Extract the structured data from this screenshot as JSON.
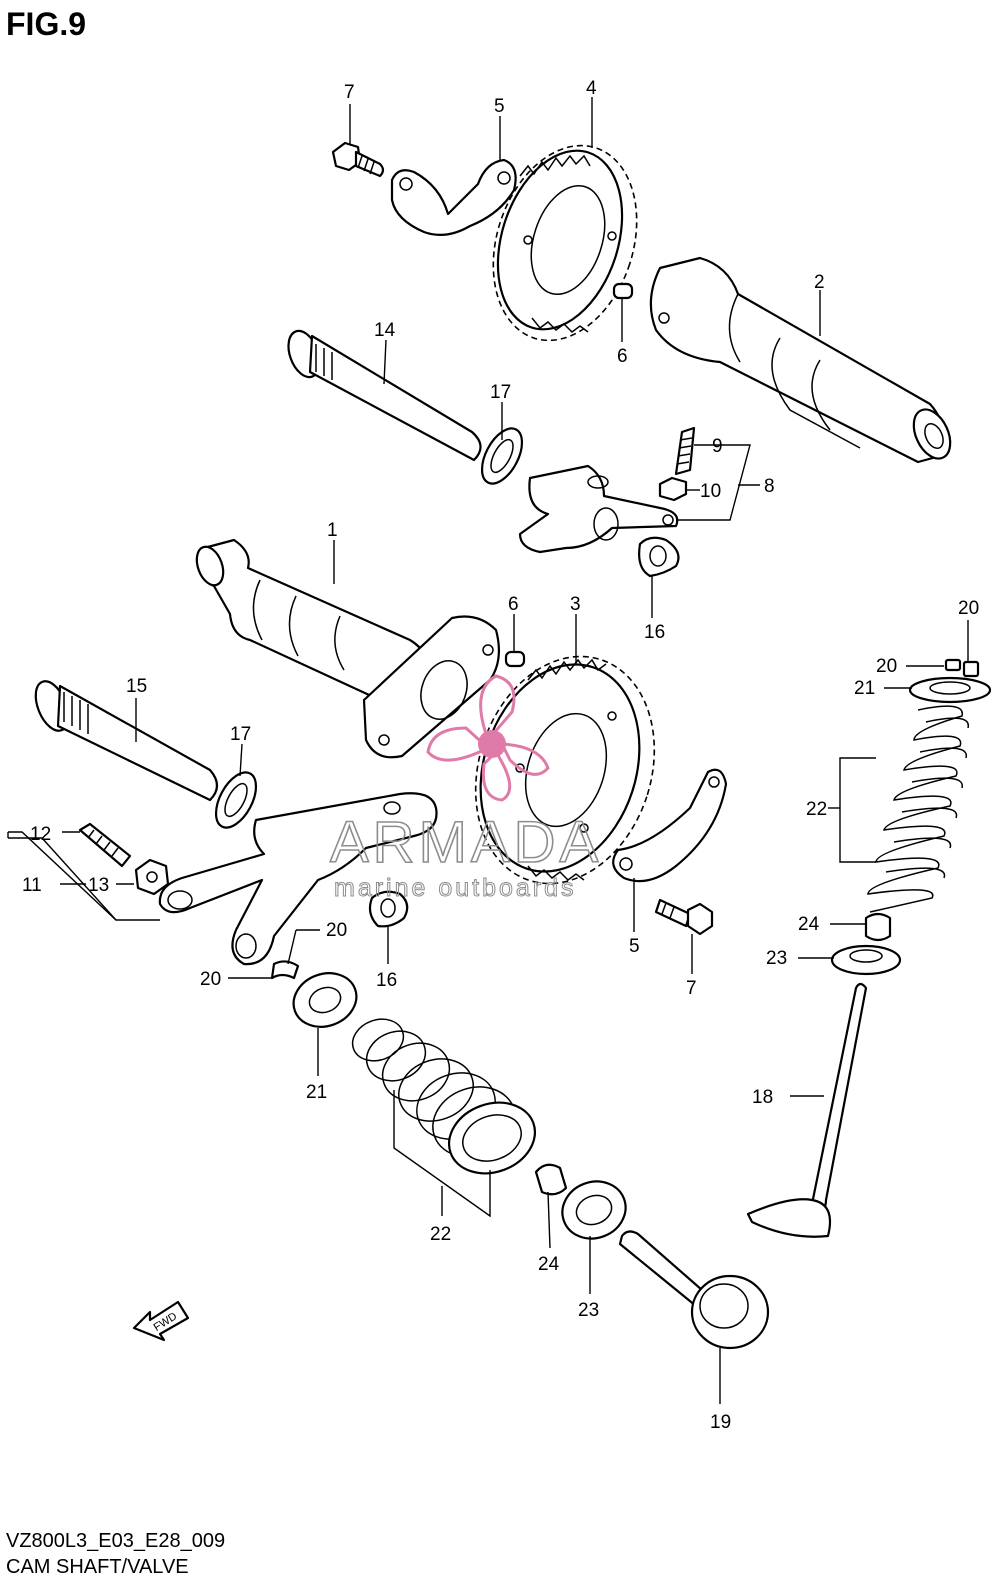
{
  "figure": {
    "title": "FIG.9",
    "model_code": "VZ800L3_E03_E28_009",
    "section_name": "CAM SHAFT/VALVE",
    "fwd_label": "FWD"
  },
  "watermark": {
    "brand": "ARMADA",
    "tagline": "marine outboards",
    "logo_color": "#e07aa8"
  },
  "callouts": [
    {
      "id": "c1",
      "label": "1"
    },
    {
      "id": "c2",
      "label": "2"
    },
    {
      "id": "c3",
      "label": "3"
    },
    {
      "id": "c4",
      "label": "4"
    },
    {
      "id": "c5a",
      "label": "5"
    },
    {
      "id": "c5b",
      "label": "5"
    },
    {
      "id": "c6a",
      "label": "6"
    },
    {
      "id": "c6b",
      "label": "6"
    },
    {
      "id": "c7a",
      "label": "7"
    },
    {
      "id": "c7b",
      "label": "7"
    },
    {
      "id": "c8",
      "label": "8"
    },
    {
      "id": "c9",
      "label": "9"
    },
    {
      "id": "c10",
      "label": "10"
    },
    {
      "id": "c11",
      "label": "11"
    },
    {
      "id": "c12",
      "label": "12"
    },
    {
      "id": "c13",
      "label": "13"
    },
    {
      "id": "c14",
      "label": "14"
    },
    {
      "id": "c15",
      "label": "15"
    },
    {
      "id": "c16a",
      "label": "16"
    },
    {
      "id": "c16b",
      "label": "16"
    },
    {
      "id": "c17a",
      "label": "17"
    },
    {
      "id": "c17b",
      "label": "17"
    },
    {
      "id": "c18",
      "label": "18"
    },
    {
      "id": "c19",
      "label": "19"
    },
    {
      "id": "c20a",
      "label": "20"
    },
    {
      "id": "c20b",
      "label": "20"
    },
    {
      "id": "c20c",
      "label": "20"
    },
    {
      "id": "c20d",
      "label": "20"
    },
    {
      "id": "c21a",
      "label": "21"
    },
    {
      "id": "c21b",
      "label": "21"
    },
    {
      "id": "c22a",
      "label": "22"
    },
    {
      "id": "c22b",
      "label": "22"
    },
    {
      "id": "c23a",
      "label": "23"
    },
    {
      "id": "c23b",
      "label": "23"
    },
    {
      "id": "c24a",
      "label": "24"
    },
    {
      "id": "c24b",
      "label": "24"
    }
  ]
}
